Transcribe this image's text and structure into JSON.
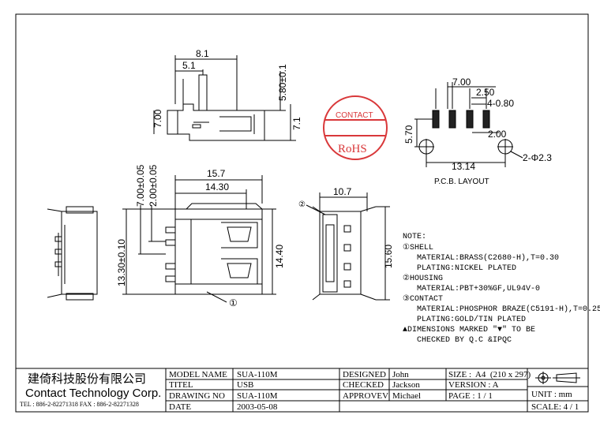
{
  "dimensions": {
    "top_width": "8.1",
    "top_offset": "5.1",
    "top_height_right": "5.80±0.1",
    "top_height_left": "7.00",
    "top_height_7_1": "7.1",
    "front_width_outer": "15.7",
    "front_width_inner": "14.30",
    "front_height_inner": "14.40",
    "left_v1": "7.00±0.05",
    "left_v2": "2.00±0.05",
    "left_v3": "13.30±0.10",
    "side_width": "10.7",
    "side_height": "15.60",
    "pcb_7": "7.00",
    "pcb_250": "2.50",
    "pcb_4x": "4-0.80",
    "pcb_570": "5.70",
    "pcb_200": "2.00",
    "pcb_1314": "13.14",
    "pcb_holes": "2-Φ2.3"
  },
  "labels": {
    "pcb_layout": "P.C.B.  LAYOUT",
    "callout_1": "①",
    "callout_2": "②"
  },
  "stamp": {
    "top": "CONTACT",
    "bottom": "RoHS",
    "color": "#d9383a"
  },
  "notes": [
    "NOTE:",
    "①SHELL",
    "   MATERIAL:BRASS(C2680-H),T=0.30",
    "   PLATING:NICKEL PLATED",
    "②HOUSING",
    "   MATERIAL:PBT+30%GF,UL94V-0",
    "③CONTACT",
    "   MATERIAL:PHOSPHOR BRAZE(C5191-H),T=0.25",
    "   PLATING:GOLD/TIN PLATED",
    "▲DIMENSIONS MARKED \"▼\" TO BE",
    "   CHECKED BY Q.C &IPQC"
  ],
  "title_block": {
    "company_cn": "建倚科技股份有限公司",
    "company_en": "Contact Technology Corp.",
    "contact_line": "TEL : 886-2-82271318  FAX : 886-2-82271328",
    "model_label": "MODEL NAME",
    "model_value": "SUA-110M",
    "title_label": "TITEL",
    "title_value": "USB",
    "drawing_label": "DRAWING NO",
    "drawing_value": "SUA-110M",
    "date_label": "DATE",
    "date_value": "2003-05-08",
    "designed_label": "DESIGNED",
    "designed_value": "John",
    "checked_label": "CHECKED",
    "checked_value": "Jackson",
    "approved_label": "APPROVEV",
    "approved_value": "Michael",
    "size": "SIZE :  A4  (210 x 297)",
    "version": "VERSION : A",
    "page": "PAGE : 1 / 1",
    "unit": "UNIT : mm",
    "scale": "SCALE: 4 / 1"
  }
}
